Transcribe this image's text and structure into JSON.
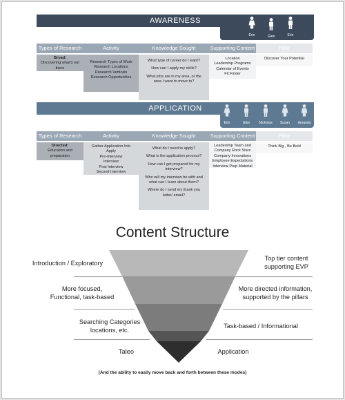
{
  "awareness": {
    "title": "AWARENESS",
    "personas": [
      "Erin",
      "Glen",
      "Erin"
    ],
    "columns": [
      "Types of Research",
      "Activity",
      "Knowledge Sought",
      "Supporting Content",
      "Pillar"
    ],
    "research": {
      "title": "Broad:",
      "text": "Discovering what's out there"
    },
    "activity": [
      "Research Types of Work",
      "Research Locations",
      "Research Verticals",
      "Research Opportunities"
    ],
    "knowledge": [
      "What type of career do I want?",
      "How can I apply my skills?",
      "What jobs are in my area, or the area I want to move to?"
    ],
    "supporting": [
      "Location",
      "Leadership Programs",
      "Calendar of Events",
      "Fit Finder"
    ],
    "pillar": "Discover Your Potential"
  },
  "application": {
    "title": "APPLICATION",
    "personas": [
      "Erin",
      "Glen",
      "Nicholas",
      "Susan",
      "Amanda"
    ],
    "columns": [
      "Types of Research",
      "Activity",
      "Knowledge Sought",
      "Supporting Content",
      "Pillar"
    ],
    "research": {
      "title": "Directed:",
      "text": "Education and preparation"
    },
    "activity": [
      "Gather Application Info",
      "Apply",
      "Pre-Interview",
      "Interview",
      "Post Interview",
      "Second Interview"
    ],
    "knowledge": [
      "What do I need to apply?",
      "What is the application process?",
      "How can I get prepared for my interview?",
      "Who will my interview be with and what can I learn about them?",
      "Where do I send my thank you letter/ email?"
    ],
    "supporting": [
      "Leadership Team and Company Rock Stars",
      "Company Innovations",
      "Employee Expectations",
      "Interview Prep Material"
    ],
    "pillar": "Think Big , Be Bold"
  },
  "content_structure": {
    "title": "Content Structure",
    "left_labels": [
      "Introduction / Exploratory",
      "More focused,\nFunctional, task-based",
      "Searching Categories\nlocations, etc.",
      "Taleo"
    ],
    "right_labels": [
      "Top tier content\nsupporting EVP",
      "More directed information,\nsupported by the pillars",
      "Task-based / Informational",
      "Application"
    ],
    "band_colors": [
      "#b8b8b8",
      "#9a9a9a",
      "#7c7c7c",
      "#555555",
      "#2e2e2e"
    ],
    "footnote": "(And the ability to easily move back and forth between these modes)"
  }
}
